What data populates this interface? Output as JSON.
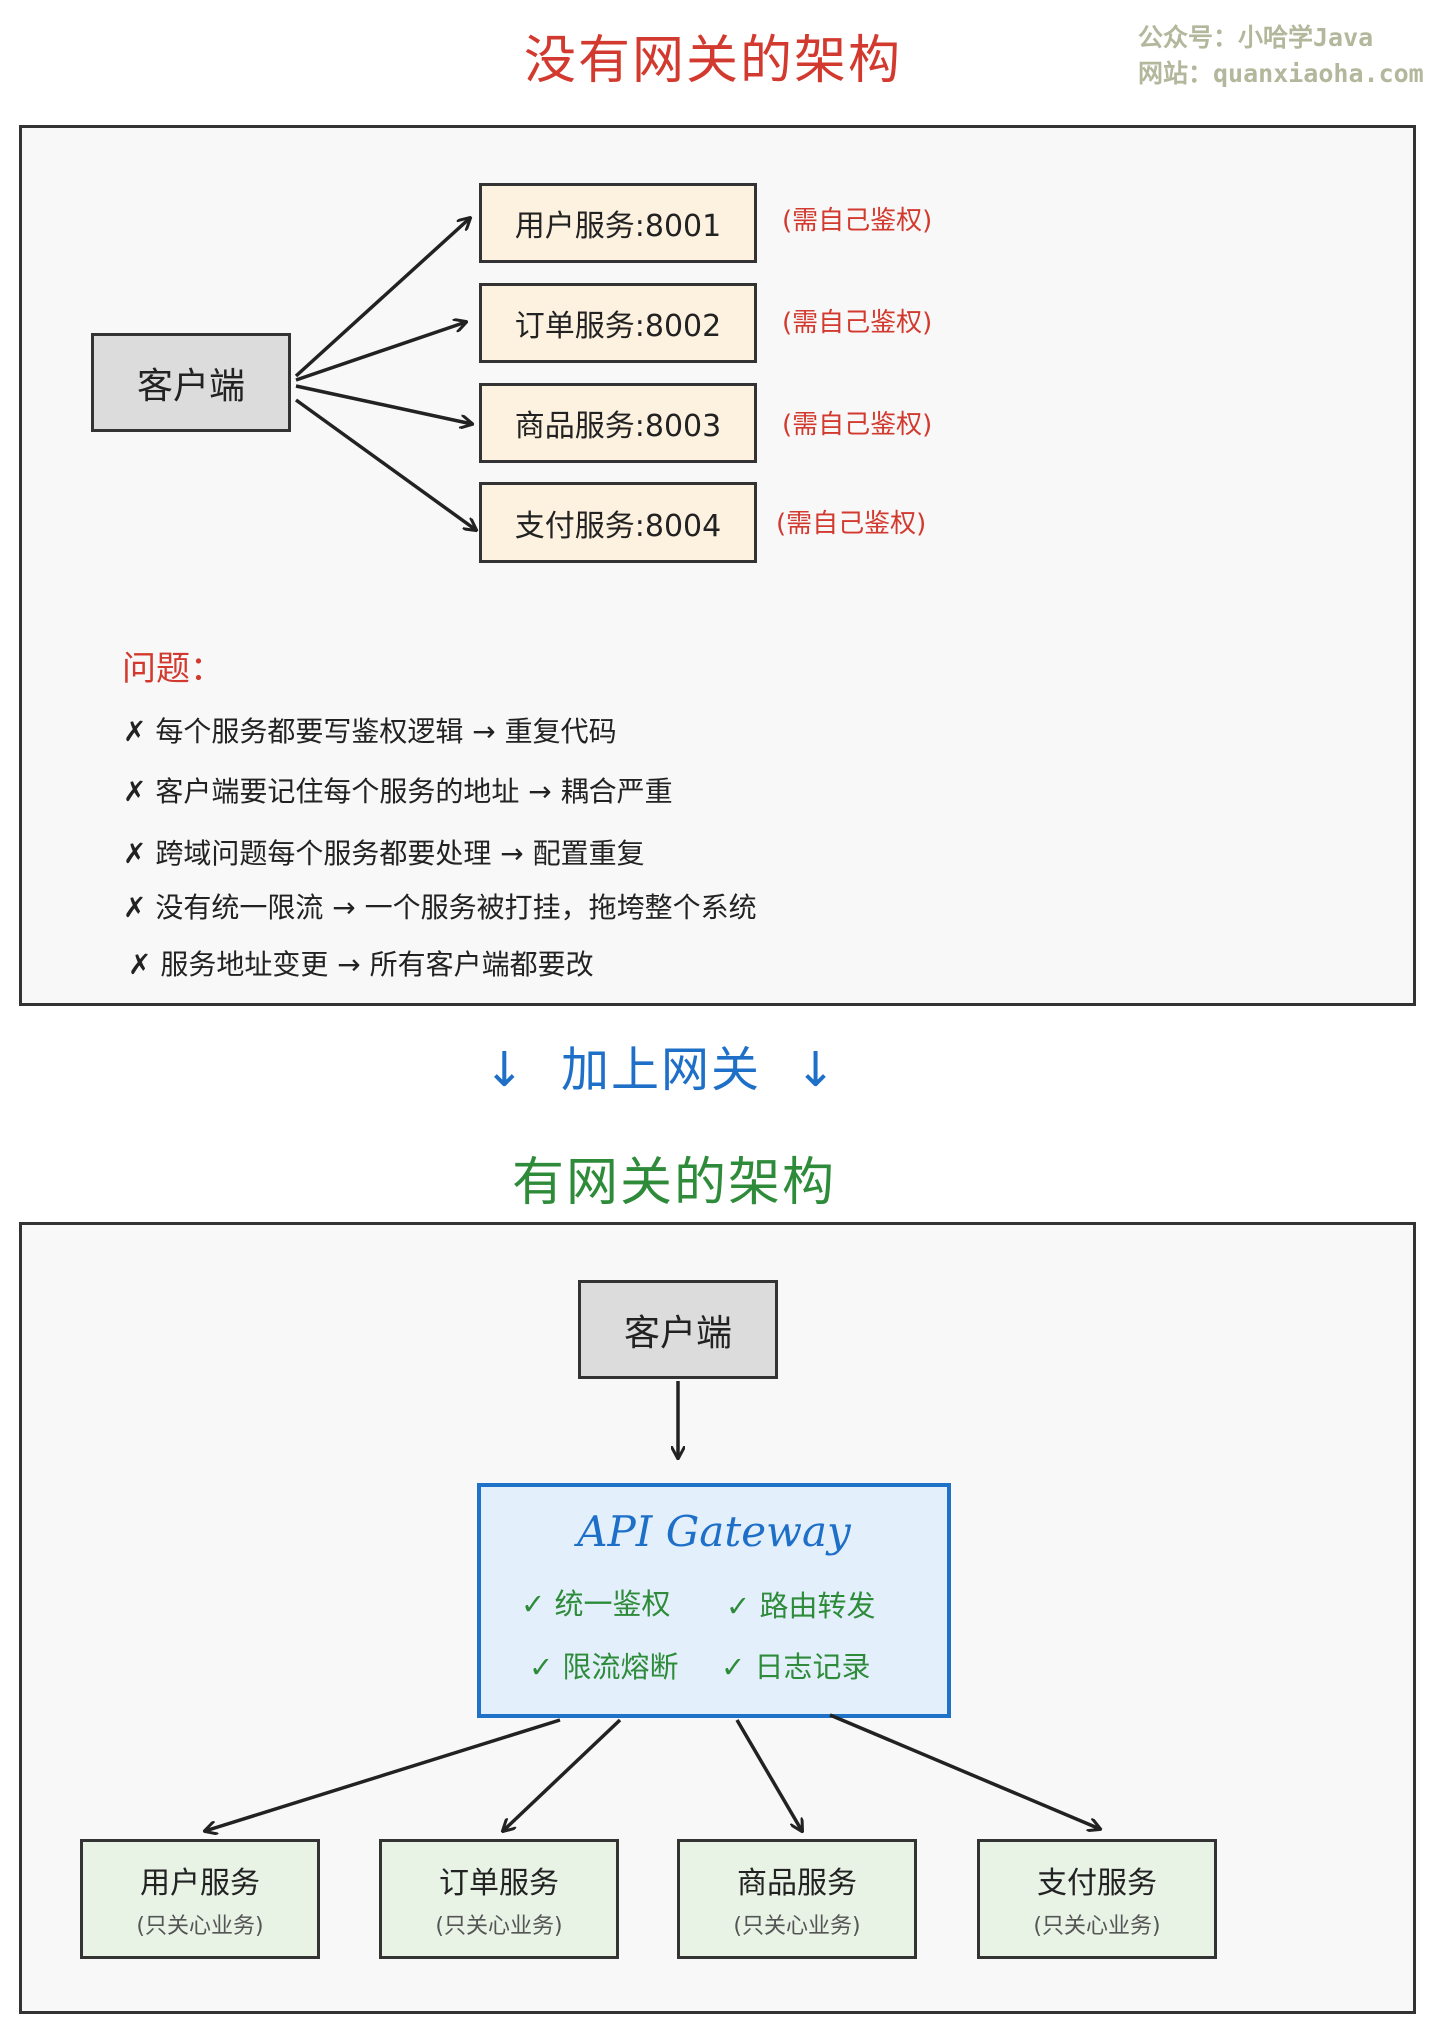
{
  "watermark": {
    "line1": "公众号：小哈学Java",
    "line2": "网站：quanxiaoha.com"
  },
  "without_gateway": {
    "title": "没有网关的架构",
    "client": "客户端",
    "services": [
      {
        "label": "用户服务:8001",
        "note": "(需自己鉴权)"
      },
      {
        "label": "订单服务:8002",
        "note": "(需自己鉴权)"
      },
      {
        "label": "商品服务:8003",
        "note": "(需自己鉴权)"
      },
      {
        "label": "支付服务:8004",
        "note": "(需自己鉴权)"
      }
    ],
    "issues_title": "问题：",
    "issues": [
      "✗ 每个服务都要写鉴权逻辑 → 重复代码",
      "✗ 客户端要记住每个服务的地址 → 耦合严重",
      "✗ 跨域问题每个服务都要处理 → 配置重复",
      "✗ 没有统一限流 → 一个服务被打挂，拖垮整个系统",
      "✗ 服务地址变更 → 所有客户端都要改"
    ]
  },
  "transition": "↓  加上网关  ↓",
  "with_gateway": {
    "title": "有网关的架构",
    "client": "客户端",
    "gateway": {
      "title": "API Gateway",
      "features": [
        "✓ 统一鉴权",
        "✓ 路由转发",
        "✓ 限流熔断",
        "✓ 日志记录"
      ]
    },
    "services": [
      {
        "label": "用户服务",
        "sub": "(只关心业务)"
      },
      {
        "label": "订单服务",
        "sub": "(只关心业务)"
      },
      {
        "label": "商品服务",
        "sub": "(只关心业务)"
      },
      {
        "label": "支付服务",
        "sub": "(只关心业务)"
      }
    ]
  },
  "colors": {
    "red": "#d33a2f",
    "blue": "#1e6fc8",
    "green": "#2e8b3a"
  }
}
